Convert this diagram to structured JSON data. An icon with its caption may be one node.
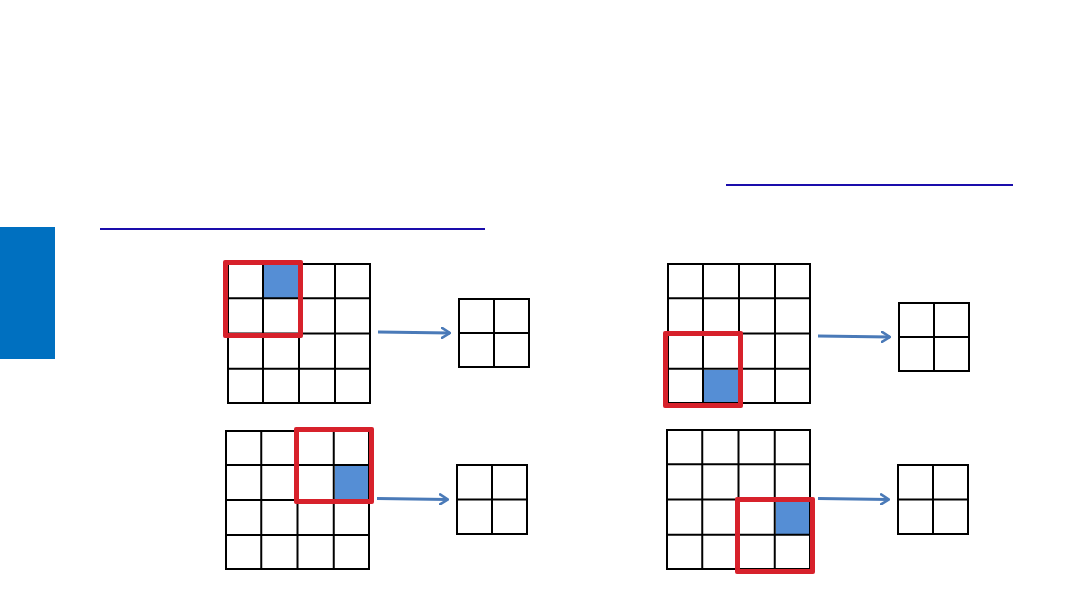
{
  "diagram": {
    "nodes": [
      {
        "text": [],
        "shape": "box"
      },
      {
        "text": [],
        "shape": "grid"
      },
      {
        "text": [],
        "shape": "grid"
      },
      {
        "text": [],
        "shape": "grid"
      },
      {
        "text": [],
        "shape": "grid"
      },
      {
        "text": [],
        "shape": "grid"
      },
      {
        "text": [],
        "shape": "grid"
      },
      {
        "text": [],
        "shape": "grid"
      },
      {
        "text": [],
        "shape": "grid"
      }
    ],
    "edges": [
      {
        "from": 1,
        "to": 2,
        "arrow": "to"
      },
      {
        "from": 3,
        "to": 4,
        "arrow": "to"
      },
      {
        "from": 5,
        "to": 6,
        "arrow": "to"
      },
      {
        "from": 7,
        "to": 8,
        "arrow": "to"
      }
    ]
  }
}
